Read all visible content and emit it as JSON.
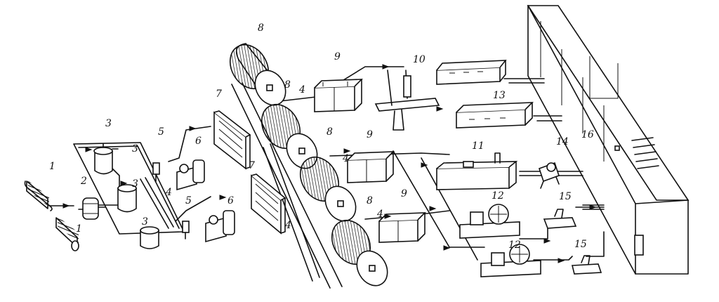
{
  "labels": {
    "n1a": "1",
    "n1b": "1",
    "n2": "2",
    "n3a": "3",
    "n3b": "3",
    "n3c": "3",
    "n3d": "3",
    "n4a": "4",
    "n4b": "4",
    "n4c": "4",
    "n4d": "4",
    "n4e": "4",
    "n5a": "5",
    "n5b": "5",
    "n6a": "6",
    "n6b": "6",
    "n7a": "7",
    "n7b": "7",
    "n8a": "8",
    "n8b": "8",
    "n8c": "8",
    "n8d": "8",
    "n9a": "9",
    "n9b": "9",
    "n9c": "9",
    "n10": "10",
    "n11": "11",
    "n12a": "12",
    "n12b": "12",
    "n13": "13",
    "n14": "14",
    "n15a": "15",
    "n15b": "15",
    "n16": "16"
  },
  "colors": {
    "ink": "#111111",
    "paper": "#ffffff"
  }
}
